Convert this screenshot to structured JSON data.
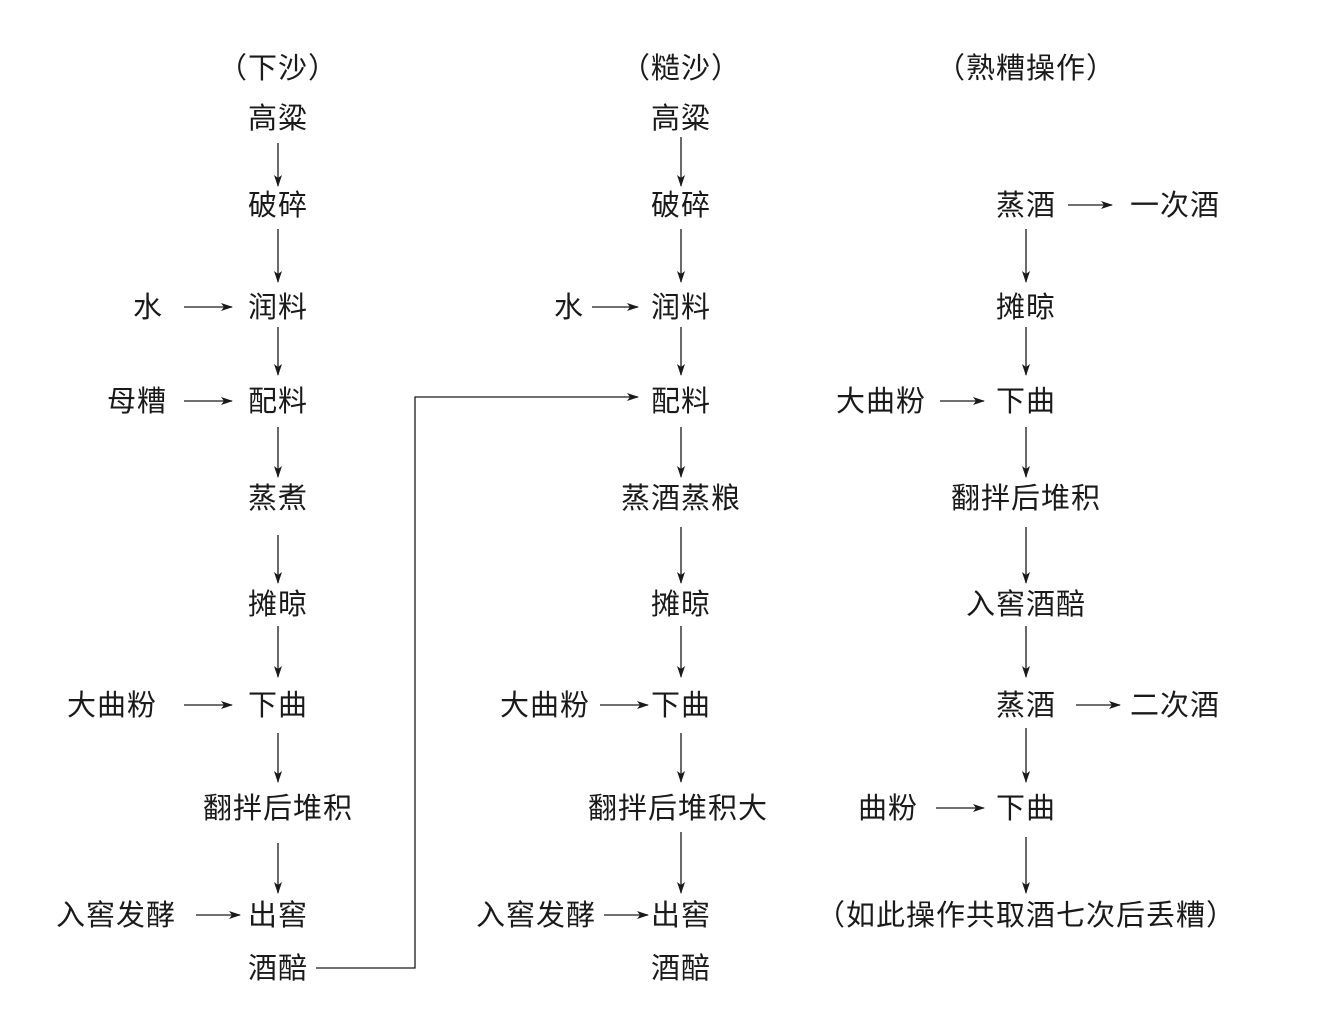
{
  "columns": [
    {
      "header": "（下沙）",
      "steps": [
        "高粱",
        "破碎",
        "润料",
        "配料",
        "蒸煮",
        "摊晾",
        "下曲",
        "翻拌后堆积",
        "出窖",
        "酒醅"
      ],
      "inputs": [
        {
          "label": "水",
          "target": "润料"
        },
        {
          "label": "母糟",
          "target": "配料"
        },
        {
          "label": "大曲粉",
          "target": "下曲"
        },
        {
          "label": "入窖发酵",
          "target": "出窖"
        }
      ]
    },
    {
      "header": "（糙沙）",
      "steps": [
        "高粱",
        "破碎",
        "润料",
        "配料",
        "蒸酒蒸粮",
        "摊晾",
        "下曲",
        "翻拌后堆积大",
        "出窖",
        "酒醅"
      ],
      "inputs": [
        {
          "label": "水",
          "target": "润料"
        },
        {
          "label": "大曲粉",
          "target": "下曲"
        },
        {
          "label": "入窖发酵",
          "target": "出窖"
        }
      ]
    },
    {
      "header": "（熟糟操作）",
      "steps": [
        "蒸酒",
        "摊晾",
        "下曲",
        "翻拌后堆积",
        "入窖酒醅",
        "蒸酒",
        "下曲",
        "（如此操作共取酒七次后丢糟）"
      ],
      "inputs": [
        {
          "label": "大曲粉",
          "target": "下曲"
        },
        {
          "label": "曲粉",
          "target": "下曲"
        }
      ],
      "outputs": [
        {
          "label": "一次酒",
          "source": "蒸酒"
        },
        {
          "label": "二次酒",
          "source": "蒸酒"
        }
      ]
    }
  ],
  "connector": {
    "from": "酒醅",
    "to": "配料"
  }
}
